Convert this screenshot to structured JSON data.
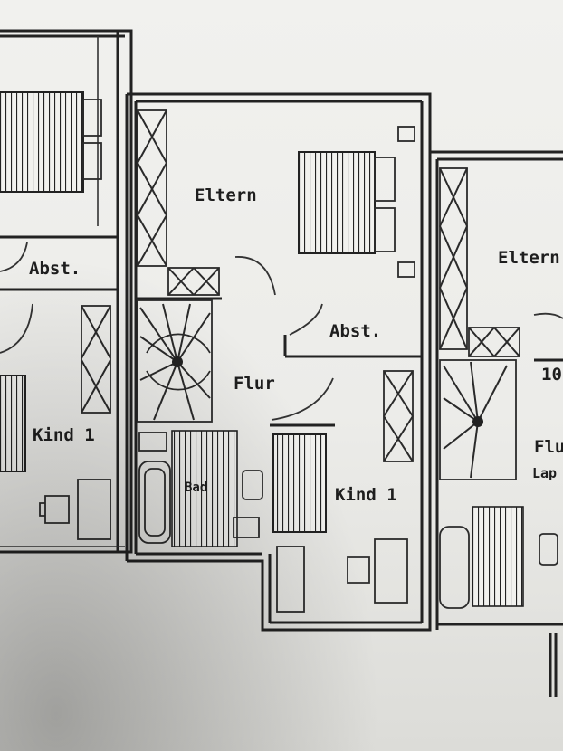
{
  "units": {
    "left": {
      "rooms": {
        "parents": "",
        "storage": "Abst.",
        "child": "Kind 1"
      }
    },
    "center": {
      "rooms": {
        "parents": "Eltern",
        "storage": "Abst.",
        "hall": "Flur",
        "bath": "Bad",
        "child": "Kind 1"
      }
    },
    "right": {
      "rooms": {
        "parents": "Eltern",
        "storage": "10",
        "hall": "Flu",
        "bath": "Lap"
      }
    }
  }
}
